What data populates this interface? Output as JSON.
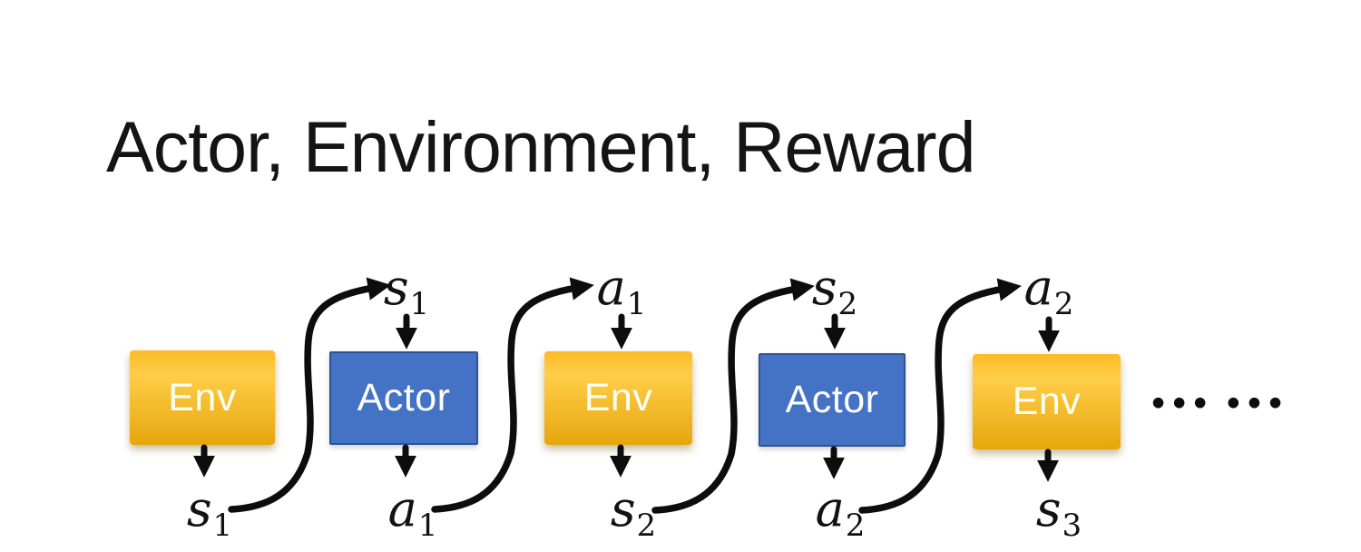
{
  "title": "Actor, Environment, Reward",
  "diagram": {
    "boxes": [
      {
        "label": "Env",
        "type": "env"
      },
      {
        "label": "Actor",
        "type": "actor"
      },
      {
        "label": "Env",
        "type": "env"
      },
      {
        "label": "Actor",
        "type": "actor"
      },
      {
        "label": "Env",
        "type": "env"
      }
    ],
    "top_labels": [
      {
        "base": "s",
        "sub": "1"
      },
      {
        "base": "a",
        "sub": "1"
      },
      {
        "base": "s",
        "sub": "2"
      },
      {
        "base": "a",
        "sub": "2"
      }
    ],
    "bottom_labels": [
      {
        "base": "s",
        "sub": "1"
      },
      {
        "base": "a",
        "sub": "1"
      },
      {
        "base": "s",
        "sub": "2"
      },
      {
        "base": "a",
        "sub": "2"
      },
      {
        "base": "s",
        "sub": "3"
      }
    ],
    "ellipsis": "••• •••",
    "colors": {
      "env_top": "#FBBB25",
      "env_mid": "#FFCE49",
      "env_bottom": "#E6A60D",
      "actor_fill": "#4472C4",
      "actor_border": "#2E5395",
      "arrow": "#0D0D0D",
      "title_text": "#141414",
      "box_text": "#FFFFFF"
    }
  }
}
